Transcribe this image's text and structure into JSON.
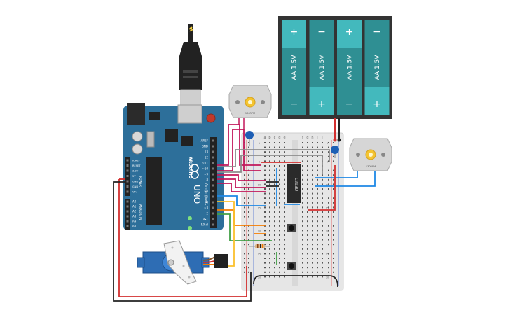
{
  "colors": {
    "arduino_board": "#2d6f9a",
    "battery_case": "#333333",
    "battery_cell": "#3aa3a7",
    "breadboard": "#e9e9e9",
    "wire_magenta": "#c2185b",
    "wire_blue": "#1e88e5",
    "wire_red": "#d32f2f",
    "wire_black": "#222222",
    "wire_orange": "#f57c00",
    "wire_green": "#43a047",
    "wire_yellow": "#fbc02d",
    "servo": "#2e6db4"
  },
  "arduino": {
    "brand": "ARDUINO",
    "model": "UNO",
    "label_digital": "DIGITAL (PWM~)",
    "label_power": "POWER",
    "label_analog": "ANALOG IN",
    "pins_top": [
      "AREF",
      "GND",
      "13",
      "12",
      "~11",
      "~10",
      "~9",
      "8",
      "7",
      "~6",
      "~5",
      "4",
      "~3",
      "2",
      "TX▸1",
      "RX◂0"
    ],
    "pins_power": [
      "IOREF",
      "RESET",
      "3.3V",
      "5V",
      "GND",
      "GND",
      "Vin"
    ],
    "pins_analog": [
      "A0",
      "A1",
      "A2",
      "A3",
      "A4",
      "A5"
    ]
  },
  "battery": {
    "cells": [
      {
        "label": "AA 1.5V",
        "top": "+",
        "bottom": "−"
      },
      {
        "label": "AA 1.5V",
        "top": "−",
        "bottom": "+"
      },
      {
        "label": "AA 1.5V",
        "top": "+",
        "bottom": "−"
      },
      {
        "label": "AA 1.5V",
        "top": "−",
        "bottom": "+"
      }
    ]
  },
  "motors": [
    {
      "label": "130RPM"
    },
    {
      "label": "130RPM"
    }
  ],
  "driver": {
    "label": "L293D"
  },
  "breadboard": {
    "cols_left": [
      "a",
      "b",
      "c",
      "d",
      "e"
    ],
    "cols_right": [
      "f",
      "g",
      "h",
      "i",
      "j"
    ],
    "row_count": 30
  }
}
